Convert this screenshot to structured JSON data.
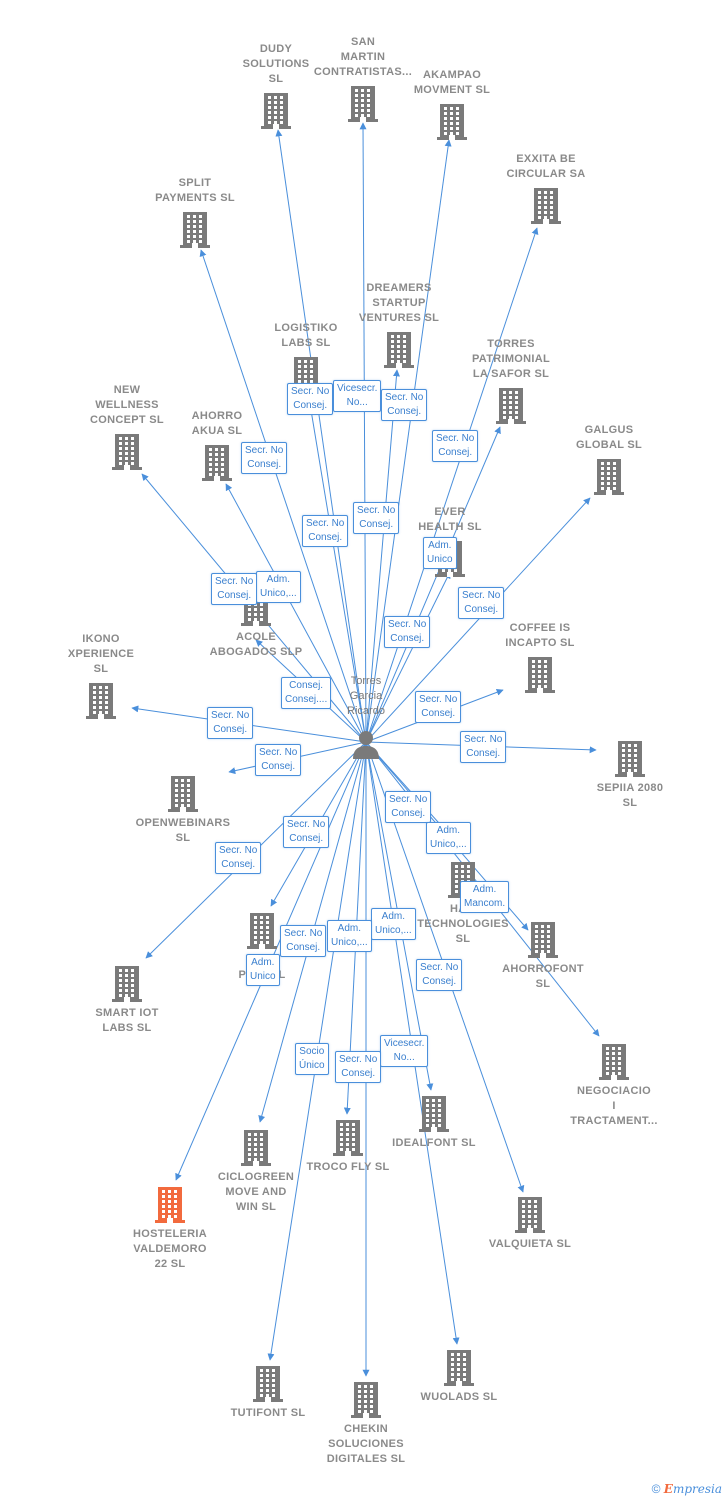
{
  "center": {
    "name_lines": [
      "Torres",
      "Garcia",
      "Ricardo"
    ]
  },
  "colors": {
    "edge": "#4a8fdb",
    "building": "#7a7a7a",
    "focus_building": "#f26a3d",
    "role_text": "#3a7fce"
  },
  "companies": [
    {
      "id": "dudy",
      "lines": [
        "DUDY",
        "SOLUTIONS",
        "SL"
      ],
      "focus": false
    },
    {
      "id": "sanmartin",
      "lines": [
        "SAN",
        "MARTIN",
        "CONTRATISTAS..."
      ],
      "focus": false
    },
    {
      "id": "akampao",
      "lines": [
        "AKAMPAO",
        "MOVMENT  SL"
      ],
      "focus": false
    },
    {
      "id": "exxita",
      "lines": [
        "EXXITA BE",
        "CIRCULAR SA"
      ],
      "focus": false
    },
    {
      "id": "split",
      "lines": [
        "SPLIT",
        "PAYMENTS  SL"
      ],
      "focus": false
    },
    {
      "id": "dreamers",
      "lines": [
        "DREAMERS",
        "STARTUP",
        "VENTURES  SL"
      ],
      "focus": false
    },
    {
      "id": "logistiko",
      "lines": [
        "LOGISTIKO",
        "LABS  SL"
      ],
      "focus": false
    },
    {
      "id": "torrespat",
      "lines": [
        "TORRES",
        "PATRIMONIAL",
        "LA SAFOR  SL"
      ],
      "focus": false
    },
    {
      "id": "newwellness",
      "lines": [
        "NEW",
        "WELLNESS",
        "CONCEPT  SL"
      ],
      "focus": false
    },
    {
      "id": "ahorroakua",
      "lines": [
        "AHORRO",
        "AKUA  SL"
      ],
      "focus": false
    },
    {
      "id": "galgus",
      "lines": [
        "GALGUS",
        "GLOBAL  SL"
      ],
      "focus": false
    },
    {
      "id": "everhealth",
      "lines": [
        "EVER",
        "HEALTH  SL"
      ],
      "focus": false
    },
    {
      "id": "acole",
      "lines": [
        "ACOLE",
        "ABOGADOS  SLP"
      ],
      "focus": false
    },
    {
      "id": "ikono",
      "lines": [
        "IKONO",
        "XPERIENCE",
        "SL"
      ],
      "focus": false
    },
    {
      "id": "coffee",
      "lines": [
        "COFFEE IS",
        "INCAPTO  SL"
      ],
      "focus": false
    },
    {
      "id": "sepiia",
      "lines": [
        "SEPIIA 2080",
        "SL"
      ],
      "focus": false
    },
    {
      "id": "openwebinars",
      "lines": [
        "OPENWEBINARS",
        "SL"
      ],
      "focus": false
    },
    {
      "id": "hamtech",
      "lines": [
        "HAM",
        "TECHNOLOGIES",
        "SL"
      ],
      "focus": false
    },
    {
      "id": "ahorrofont",
      "lines": [
        "AHORROFONT",
        "SL"
      ],
      "focus": false
    },
    {
      "id": "tplat",
      "lines": [
        "T",
        "PLAT     SL"
      ],
      "focus": false
    },
    {
      "id": "smartiot",
      "lines": [
        "SMART IOT",
        "LABS  SL"
      ],
      "focus": false
    },
    {
      "id": "negociacio",
      "lines": [
        "NEGOCIACIO",
        "I",
        "TRACTAMENT..."
      ],
      "focus": false
    },
    {
      "id": "idealfont",
      "lines": [
        "IDEALFONT  SL"
      ],
      "focus": false
    },
    {
      "id": "trocofly",
      "lines": [
        "TROCO FLY  SL"
      ],
      "focus": false
    },
    {
      "id": "ciclogreen",
      "lines": [
        "CICLOGREEN",
        "MOVE AND",
        "WIN  SL"
      ],
      "focus": false
    },
    {
      "id": "hosteleria",
      "lines": [
        "HOSTELERIA",
        "VALDEMORO",
        "22  SL"
      ],
      "focus": true
    },
    {
      "id": "valquieta",
      "lines": [
        "VALQUIETA  SL"
      ],
      "focus": false
    },
    {
      "id": "tutifont",
      "lines": [
        "TUTIFONT  SL"
      ],
      "focus": false
    },
    {
      "id": "chekin",
      "lines": [
        "CHEKIN",
        "SOLUCIONES",
        "DIGITALES  SL"
      ],
      "focus": false
    },
    {
      "id": "wuolads",
      "lines": [
        "WUOLADS  SL"
      ],
      "focus": false
    }
  ],
  "roles": [
    {
      "id": "r1",
      "lines": [
        "Secr.  No",
        "Consej."
      ]
    },
    {
      "id": "r2",
      "lines": [
        "Vicesecr.",
        "No..."
      ]
    },
    {
      "id": "r3",
      "lines": [
        "Secr.  No",
        "Consej."
      ]
    },
    {
      "id": "r4",
      "lines": [
        "Secr.  No",
        "Consej."
      ]
    },
    {
      "id": "r5",
      "lines": [
        "Secr.  No",
        "Consej."
      ]
    },
    {
      "id": "r6",
      "lines": [
        "Secr.  No",
        "Consej."
      ]
    },
    {
      "id": "r7",
      "lines": [
        "Secr.  No",
        "Consej."
      ]
    },
    {
      "id": "r8",
      "lines": [
        "Adm.",
        "Unico"
      ]
    },
    {
      "id": "r9",
      "lines": [
        "Adm.",
        "Unico,..."
      ]
    },
    {
      "id": "r10",
      "lines": [
        "Secr.  No",
        "Consej."
      ]
    },
    {
      "id": "r11",
      "lines": [
        "Secr.  No",
        "Consej."
      ]
    },
    {
      "id": "r12",
      "lines": [
        "Secr.  No",
        "Consej."
      ]
    },
    {
      "id": "r13",
      "lines": [
        "Consej.",
        "Consej...."
      ]
    },
    {
      "id": "r14",
      "lines": [
        "Secr.  No",
        "Consej."
      ]
    },
    {
      "id": "r15",
      "lines": [
        "Secr.  No",
        "Consej."
      ]
    },
    {
      "id": "r16",
      "lines": [
        "Secr.  No",
        "Consej."
      ]
    },
    {
      "id": "r17",
      "lines": [
        "Secr.  No",
        "Consej."
      ]
    },
    {
      "id": "r18",
      "lines": [
        "Secr.  No",
        "Consej."
      ]
    },
    {
      "id": "r19",
      "lines": [
        "Adm.",
        "Unico,..."
      ]
    },
    {
      "id": "r20",
      "lines": [
        "Secr.  No",
        "Consej."
      ]
    },
    {
      "id": "r21",
      "lines": [
        "Adm.",
        "Mancom."
      ]
    },
    {
      "id": "r22",
      "lines": [
        "Secr.  No",
        "Consej."
      ]
    },
    {
      "id": "r23",
      "lines": [
        "Adm.",
        "Unico,..."
      ]
    },
    {
      "id": "r24",
      "lines": [
        "Adm.",
        "Unico,..."
      ]
    },
    {
      "id": "r25",
      "lines": [
        "Secr.  No",
        "Consej."
      ]
    },
    {
      "id": "r26",
      "lines": [
        "Adm.",
        "Unico"
      ]
    },
    {
      "id": "r27",
      "lines": [
        "Secr.  No",
        "Consej."
      ]
    },
    {
      "id": "r28",
      "lines": [
        "Socio",
        "Único"
      ]
    },
    {
      "id": "r29",
      "lines": [
        "Vicesecr.",
        "No..."
      ]
    },
    {
      "id": "r30",
      "lines": [
        "Secr.  No",
        "Consej."
      ]
    }
  ],
  "footer": {
    "copyright": "©",
    "brand_initial": "E",
    "brand_rest": "mpresia"
  }
}
